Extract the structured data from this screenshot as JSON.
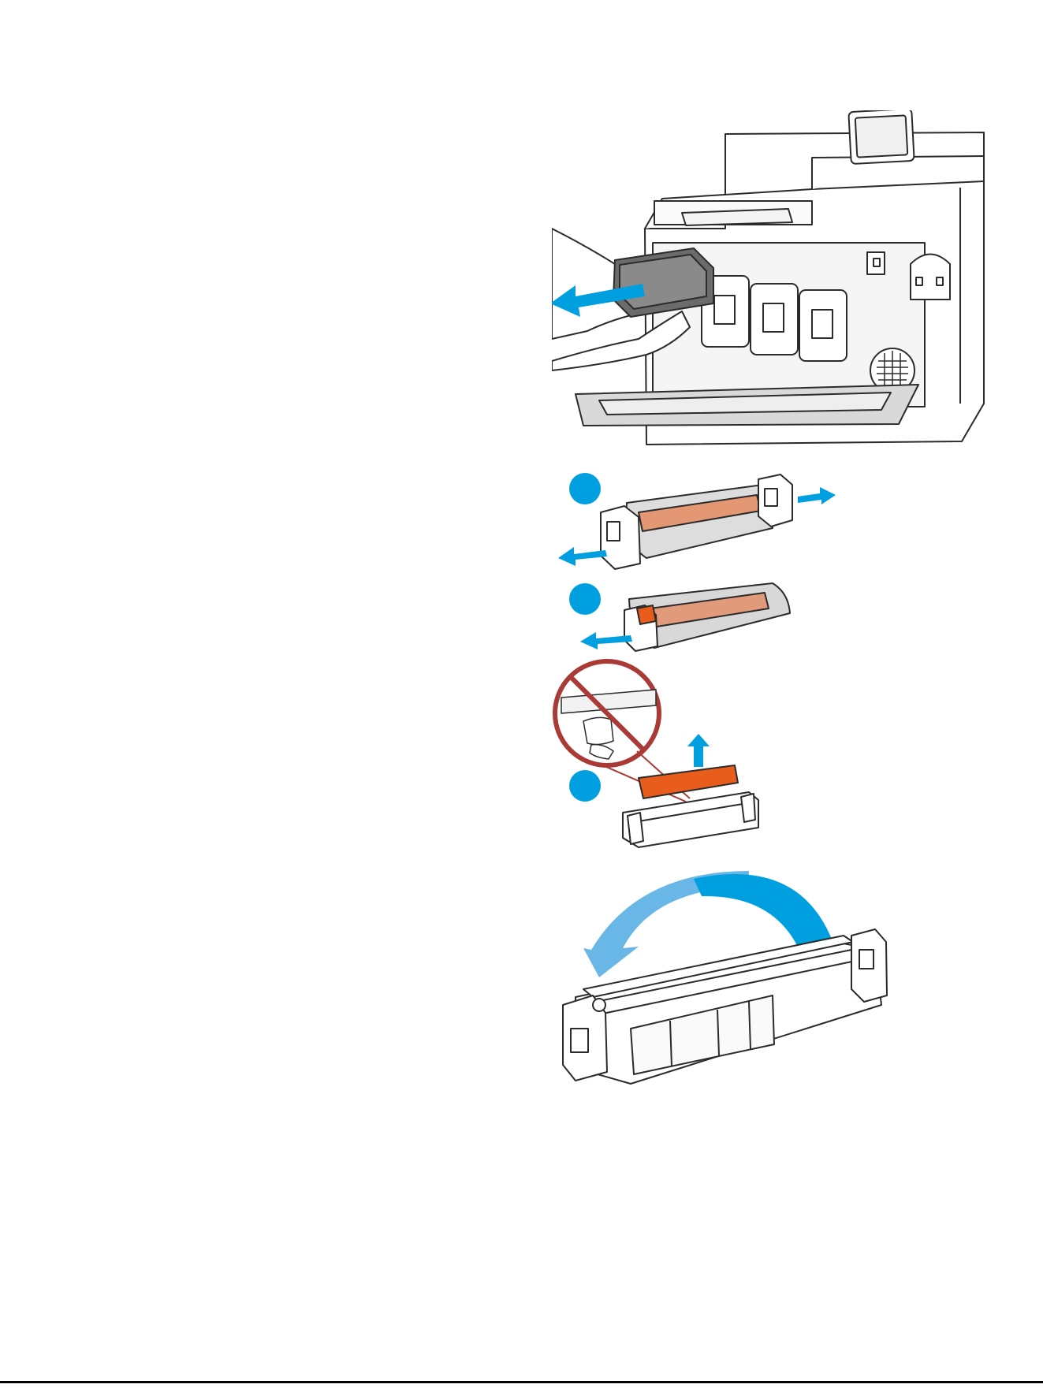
{
  "colors": {
    "accent_blue": "#009FDF",
    "accent_blue_light": "#68B7E6",
    "toner_orange": "#E95D1C",
    "prohibit_red": "#A93A36",
    "line": "#2B2B2B",
    "panel_gray": "#D9D9D9",
    "wrap_gray": "#C7C7C7"
  },
  "icons": {
    "remove_arrow": "arrow-left-icon",
    "pull_arrows": "arrow-icon",
    "lift_arrow": "arrow-up-icon",
    "prohibit": "prohibited-icon",
    "rotate_arrow": "curved-arrow-icon"
  },
  "steps": [
    {
      "id": "printer-remove-drum"
    },
    {
      "id": "unwrap-pull-ends"
    },
    {
      "id": "unwrap-pull-tab"
    },
    {
      "id": "remove-cover-no-touch"
    },
    {
      "id": "rotate-drum"
    }
  ]
}
